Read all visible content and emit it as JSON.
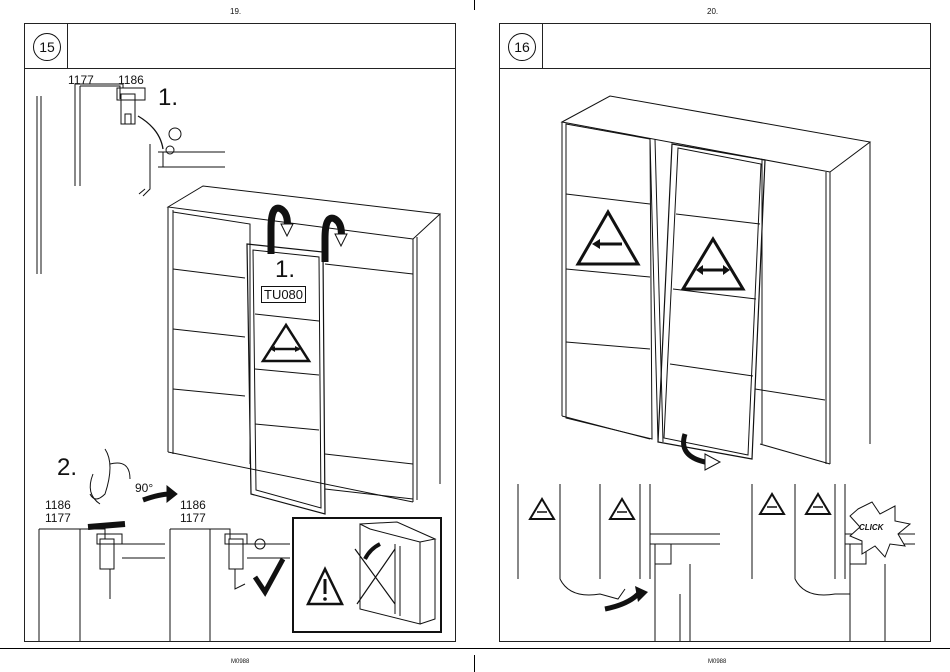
{
  "pages": [
    {
      "page_number": "19.",
      "step": "15",
      "footer": "M0988",
      "labels": {
        "step1_top": "1.",
        "step1_door": "1.",
        "part_code": "TU080",
        "step2": "2.",
        "rotation": "90°",
        "rail_a_top": "1177",
        "rail_b_top": "1186",
        "rail_b_mid": "1186",
        "rail_a_mid": "1177",
        "rail_b_right": "1186",
        "rail_a_right": "1177"
      }
    },
    {
      "page_number": "20.",
      "step": "16",
      "footer": "M0988",
      "labels": {
        "click": "CLICK"
      }
    }
  ],
  "icons": [
    "warning-triangle-icon",
    "double-arrow-icon",
    "left-arrow-icon",
    "checkmark-icon",
    "curved-arrow-icon"
  ]
}
